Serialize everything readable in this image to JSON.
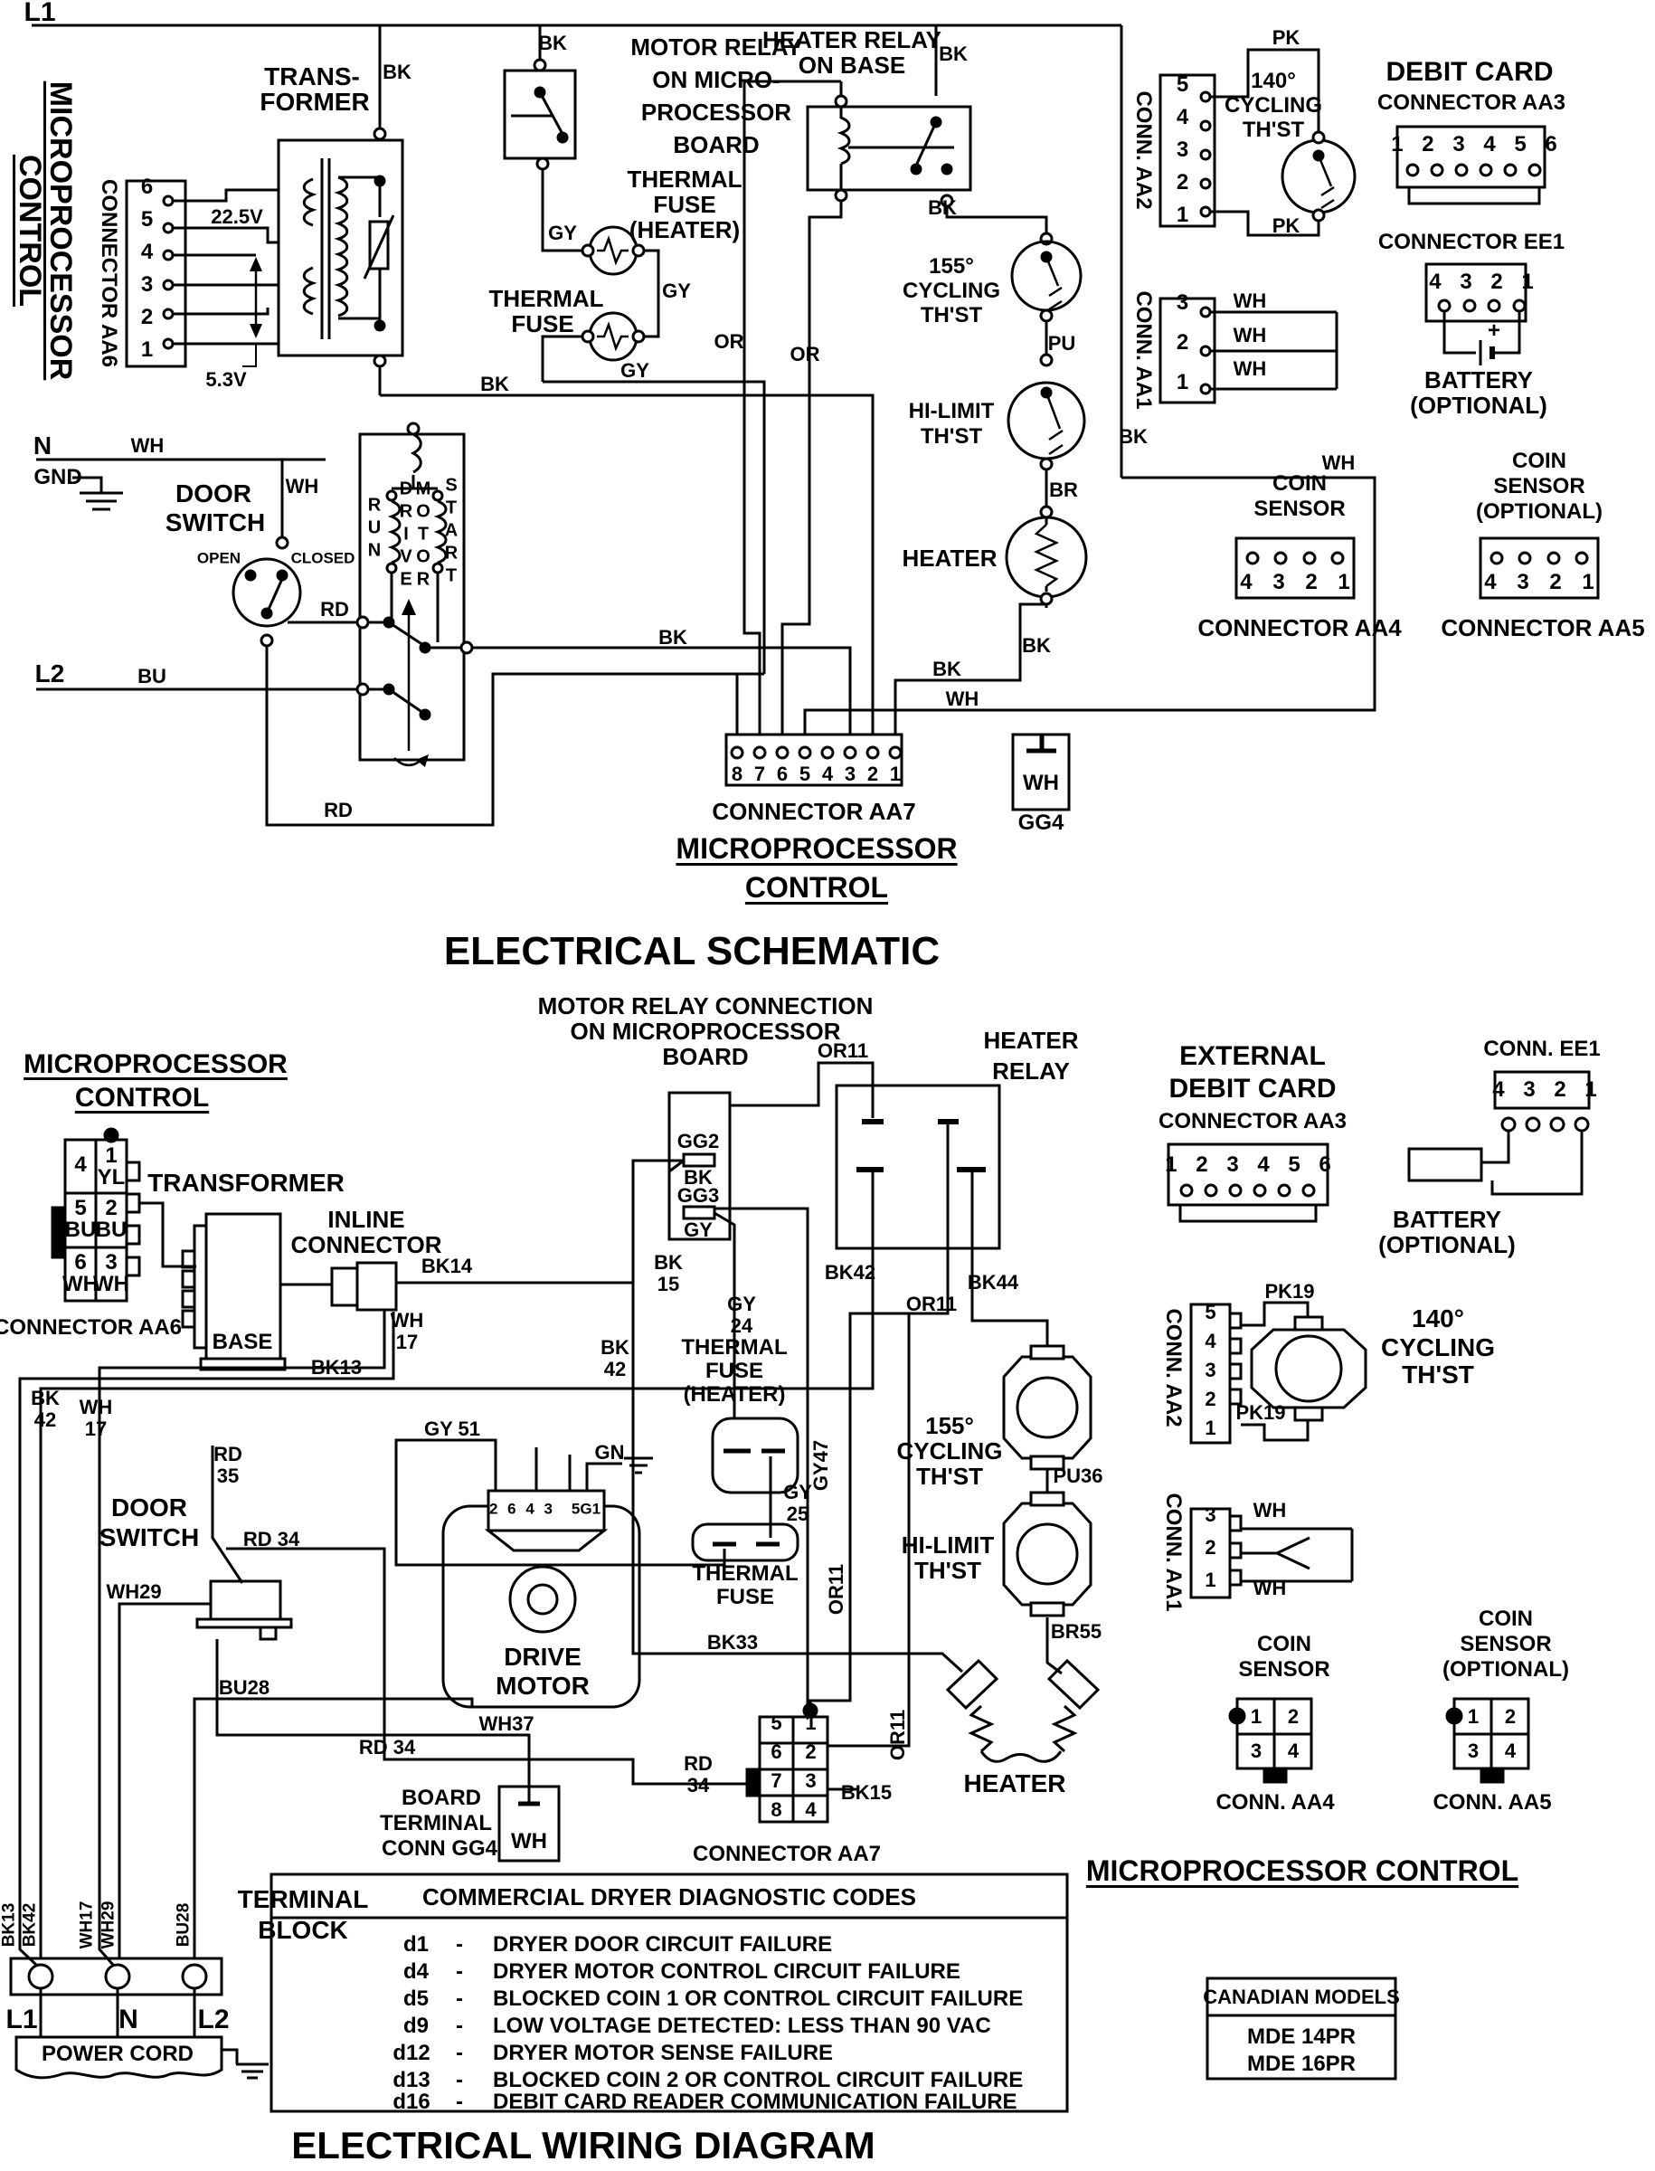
{
  "colors": {
    "ink": "#000000",
    "paper": "#ffffff"
  },
  "titles": {
    "schematic": "ELECTRICAL SCHEMATIC",
    "wiring": "ELECTRICAL WIRING DIAGRAM"
  },
  "wc": {
    "bk": "BK",
    "wh": "WH",
    "gy": "GY",
    "or": "OR",
    "rd": "RD",
    "bu": "BU",
    "pu": "PU",
    "br": "BR",
    "pk": "PK",
    "gn": "GN"
  },
  "s": {
    "l1": "L1",
    "l2": "L2",
    "n": "N",
    "gnd": "GND",
    "micro": "MICROPROCESSOR",
    "control": "CONTROL",
    "conn_aa6": "CONNECTOR AA6",
    "aa6_pins": "654321",
    "v225": "22.5V",
    "v53": "5.3V",
    "trans1": "TRANS-",
    "trans2": "FORMER",
    "mr1": "MOTOR RELAY",
    "mr2": "ON MICRO-",
    "mr3": "PROCESSOR",
    "mr4": "BOARD",
    "thermal": "THERMAL",
    "fuse": "FUSE",
    "heater_paren": "(HEATER)",
    "hr1": "HEATER RELAY",
    "hr2": "ON BASE",
    "deg155": "155°",
    "deg140": "140°",
    "cycling": "CYCLING",
    "thst": "TH'ST",
    "hilimit": "HI-LIMIT",
    "heater": "HEATER",
    "door1": "DOOR",
    "door2": "SWITCH",
    "open": "OPEN",
    "closed": "CLOSED",
    "run": "RUN",
    "drive": "DRIVE",
    "motor": "MOTOR",
    "start": "START",
    "aa7_pins": [
      "8",
      "7",
      "6",
      "5",
      "4",
      "3",
      "2",
      "1"
    ],
    "conn_aa7": "CONNECTOR AA7",
    "gg4": "GG4",
    "conn_aa2": "CONN. AA2",
    "aa2_pins": "54321",
    "conn_aa1": "CONN. AA1",
    "aa1_pins": "321",
    "debit": "DEBIT CARD",
    "conn_aa3": "CONNECTOR AA3",
    "aa3_pins": "1 2 3 4 5 6",
    "conn_ee1": "CONNECTOR EE1",
    "ee1_pins": "4 3 2 1",
    "plus": "+",
    "battery": "BATTERY",
    "optional": "(OPTIONAL)",
    "coin": "COIN",
    "sensor": "SENSOR",
    "coin_pins": "4 3 2 1",
    "conn_aa4": "CONNECTOR AA4",
    "conn_aa5": "CONNECTOR AA5"
  },
  "w": {
    "header1": "MOTOR RELAY CONNECTION",
    "header2": "ON MICROPROCESSOR",
    "header3": "BOARD",
    "micro": "MICROPROCESSOR",
    "control": "CONTROL",
    "micro_ctl": "MICROPROCESSOR CONTROL",
    "hr1": "HEATER",
    "hr2": "RELAY",
    "external": "EXTERNAL",
    "debit": "DEBIT CARD",
    "conn_aa3": "CONNECTOR AA3",
    "aa3_pins": "1 2 3 4 5 6",
    "conn_ee1": "CONN. EE1",
    "ee1_pins": "4 3 2 1",
    "battery": "BATTERY",
    "optional": "(OPTIONAL)",
    "transformer": "TRANSFORMER",
    "base": "BASE",
    "inline1": "INLINE",
    "inline2": "CONNECTOR",
    "conn_aa6": "CONNECTOR AA6",
    "aa6c11": "4",
    "aa6c12": "1",
    "aa6c12b": "YL",
    "aa6c21": "5",
    "aa6c21b": "BU",
    "aa6c22": "2",
    "aa6c22b": "BU",
    "aa6c31": "6",
    "aa6c31b": "WH",
    "aa6c32": "3",
    "aa6c32b": "WH",
    "gg2": "GG2",
    "gg3": "GG3",
    "bk13": "BK13",
    "bk14": "BK14",
    "bk15": "BK15",
    "bk42": "BK42",
    "bk44": "BK44",
    "bk33": "BK33",
    "wh17": "WH17",
    "wh29": "WH29",
    "wh37": "WH37",
    "bu28": "BU28",
    "n15": "15",
    "n17": "17",
    "n42": "42",
    "n24": "24",
    "n25": "25",
    "n34": "34",
    "n35": "35",
    "rd34": "RD 34",
    "gy51": "GY 51",
    "gy47": "GY47",
    "or11": "OR11",
    "pu36": "PU36",
    "br55": "BR55",
    "pk19": "PK19",
    "door1": "DOOR",
    "door2": "SWITCH",
    "drive": "DRIVE",
    "motor": "MOTOR",
    "strip1": "2 6 4 3",
    "strip2": "5G1",
    "board1": "BOARD",
    "board2": "TERMINAL",
    "board3": "CONN GG4",
    "aa7l": "5678",
    "aa7r": "1234",
    "conn_aa7": "CONNECTOR AA7",
    "conn_aa2": "CONN. AA2",
    "aa2_pins": "54321",
    "conn_aa1": "CONN. AA1",
    "aa1_pins": "321",
    "deg140": "140°",
    "deg155": "155°",
    "cycling": "CYCLING",
    "thst": "TH'ST",
    "hilimit": "HI-LIMIT",
    "heater": "HEATER",
    "thermal": "THERMAL",
    "fuse": "FUSE",
    "heater_paren": "(HEATER)",
    "coin": "COIN",
    "sensor": "SENSOR",
    "conn_aa4": "CONN. AA4",
    "conn_aa5": "CONN. AA5",
    "c1": "1",
    "c2": "2",
    "c3": "3",
    "c4": "4",
    "terminal1": "TERMINAL",
    "terminal2": "BLOCK",
    "l1": "L1",
    "n": "N",
    "l2": "L2",
    "power_cord": "POWER CORD"
  },
  "codes": {
    "title": "COMMERCIAL DRYER DIAGNOSTIC CODES",
    "dash": "-",
    "rows": [
      {
        "code": "d1",
        "desc": "DRYER DOOR CIRCUIT FAILURE"
      },
      {
        "code": "d4",
        "desc": "DRYER MOTOR CONTROL CIRCUIT FAILURE"
      },
      {
        "code": "d5",
        "desc": "BLOCKED COIN 1 OR CONTROL CIRCUIT FAILURE"
      },
      {
        "code": "d9",
        "desc": "LOW VOLTAGE DETECTED: LESS THAN 90 VAC"
      },
      {
        "code": "d12",
        "desc": "DRYER MOTOR SENSE FAILURE"
      },
      {
        "code": "d13",
        "desc": "BLOCKED COIN 2 OR CONTROL CIRCUIT FAILURE"
      },
      {
        "code": "d16",
        "desc": "DEBIT CARD READER COMMUNICATION FAILURE"
      }
    ]
  },
  "canadian": {
    "title": "CANADIAN MODELS",
    "model1": "MDE 14PR",
    "model2": "MDE 16PR"
  }
}
